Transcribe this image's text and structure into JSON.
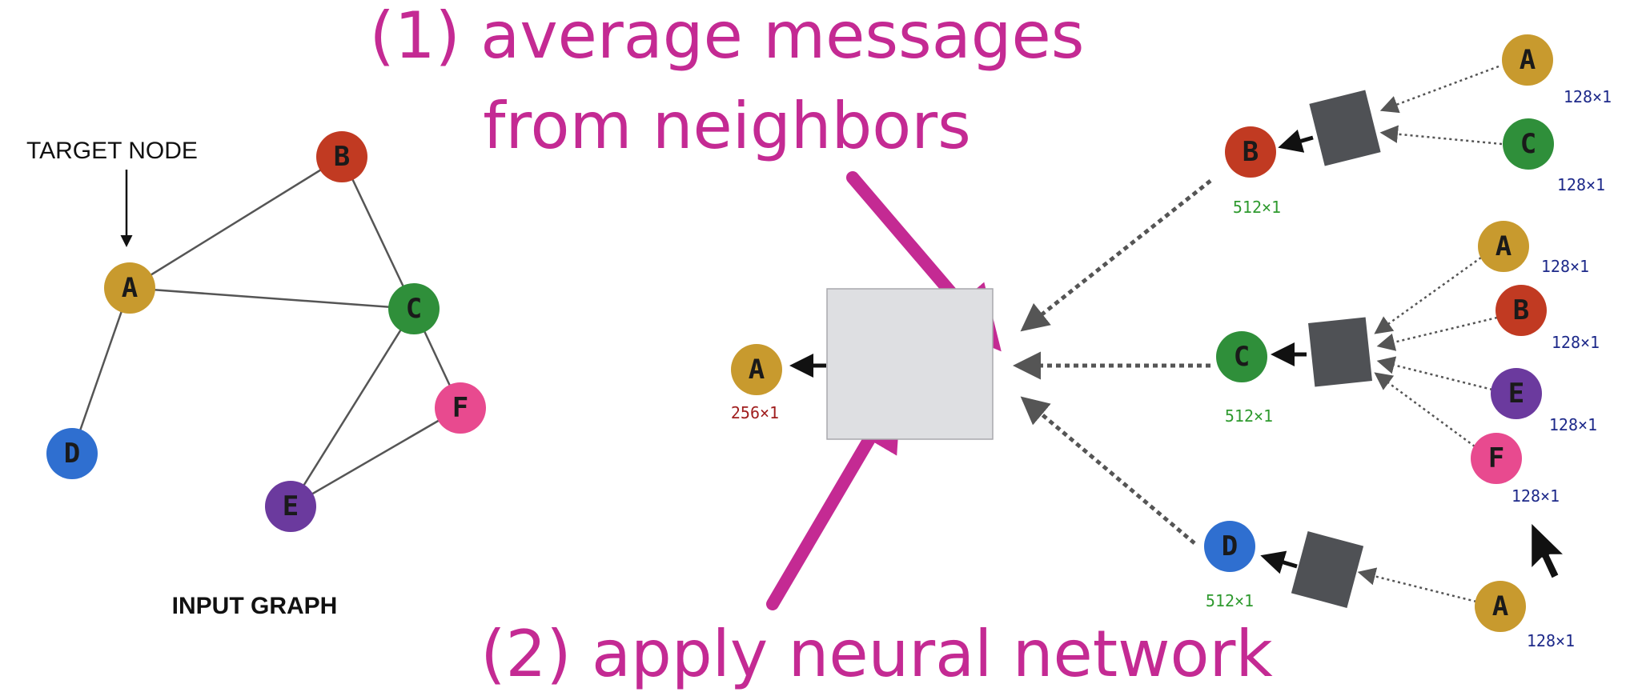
{
  "headings": {
    "line1": "(1) average messages",
    "line2": "from neighbors",
    "line3": "(2) apply neural network"
  },
  "input_graph": {
    "target_label": "TARGET NODE",
    "caption": "INPUT GRAPH",
    "nodes": {
      "A": "A",
      "B": "B",
      "C": "C",
      "D": "D",
      "E": "E",
      "F": "F"
    }
  },
  "computation_graph": {
    "root": {
      "label": "A",
      "dim": "256×1"
    },
    "level1": {
      "B": {
        "label": "B",
        "dim": "512×1"
      },
      "C": {
        "label": "C",
        "dim": "512×1"
      },
      "D": {
        "label": "D",
        "dim": "512×1"
      }
    },
    "level2": {
      "b_a": {
        "label": "A",
        "dim": "128×1"
      },
      "b_c": {
        "label": "C",
        "dim": "128×1"
      },
      "c_a": {
        "label": "A",
        "dim": "128×1"
      },
      "c_b": {
        "label": "B",
        "dim": "128×1"
      },
      "c_e": {
        "label": "E",
        "dim": "128×1"
      },
      "c_f": {
        "label": "F",
        "dim": "128×1"
      },
      "d_a": {
        "label": "A",
        "dim": "128×1"
      }
    }
  },
  "colors": {
    "A": "#c89a2e",
    "B": "#c13a22",
    "C": "#2f8f3a",
    "D": "#2f6fd0",
    "E": "#6b3a9e",
    "F": "#e84a8f",
    "heading": "#c42a93",
    "aggregator_box": "#4f5155",
    "neural_box": "#dedfe2",
    "dim_blue": "#1e2a8a",
    "dim_green": "#2f9a2f",
    "dim_red": "#a01e1e"
  }
}
